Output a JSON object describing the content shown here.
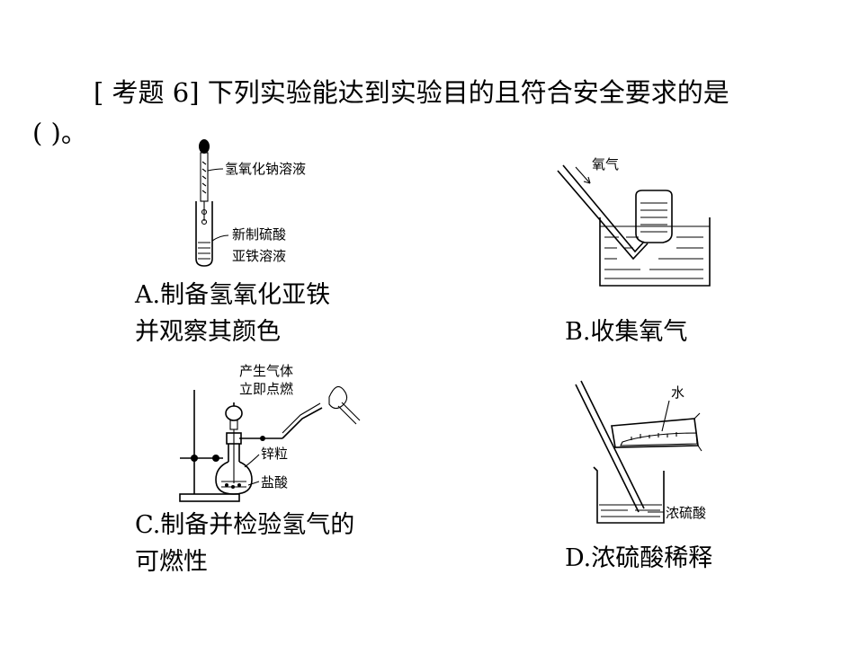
{
  "question": {
    "line1": "[ 考题  6]  下列实验能达到实验目的且符合安全要求的是",
    "line2": "(      )。"
  },
  "options": {
    "A": {
      "caption": [
        "A.制备氢氧化亚铁",
        "并观察其颜色"
      ],
      "labels": [
        "氢氧化钠溶液",
        "新制硫酸",
        "亚铁溶液"
      ]
    },
    "B": {
      "caption": [
        "B.收集氧气"
      ],
      "labels": [
        "氧气"
      ]
    },
    "C": {
      "caption": [
        "C.制备并检验氢气的",
        "可燃性"
      ],
      "labels": [
        "产生气体",
        "立即点燃",
        "锌粒",
        "盐酸"
      ]
    },
    "D": {
      "caption": [
        "D.浓硫酸稀释"
      ],
      "labels": [
        "水",
        "浓硫酸"
      ]
    }
  }
}
